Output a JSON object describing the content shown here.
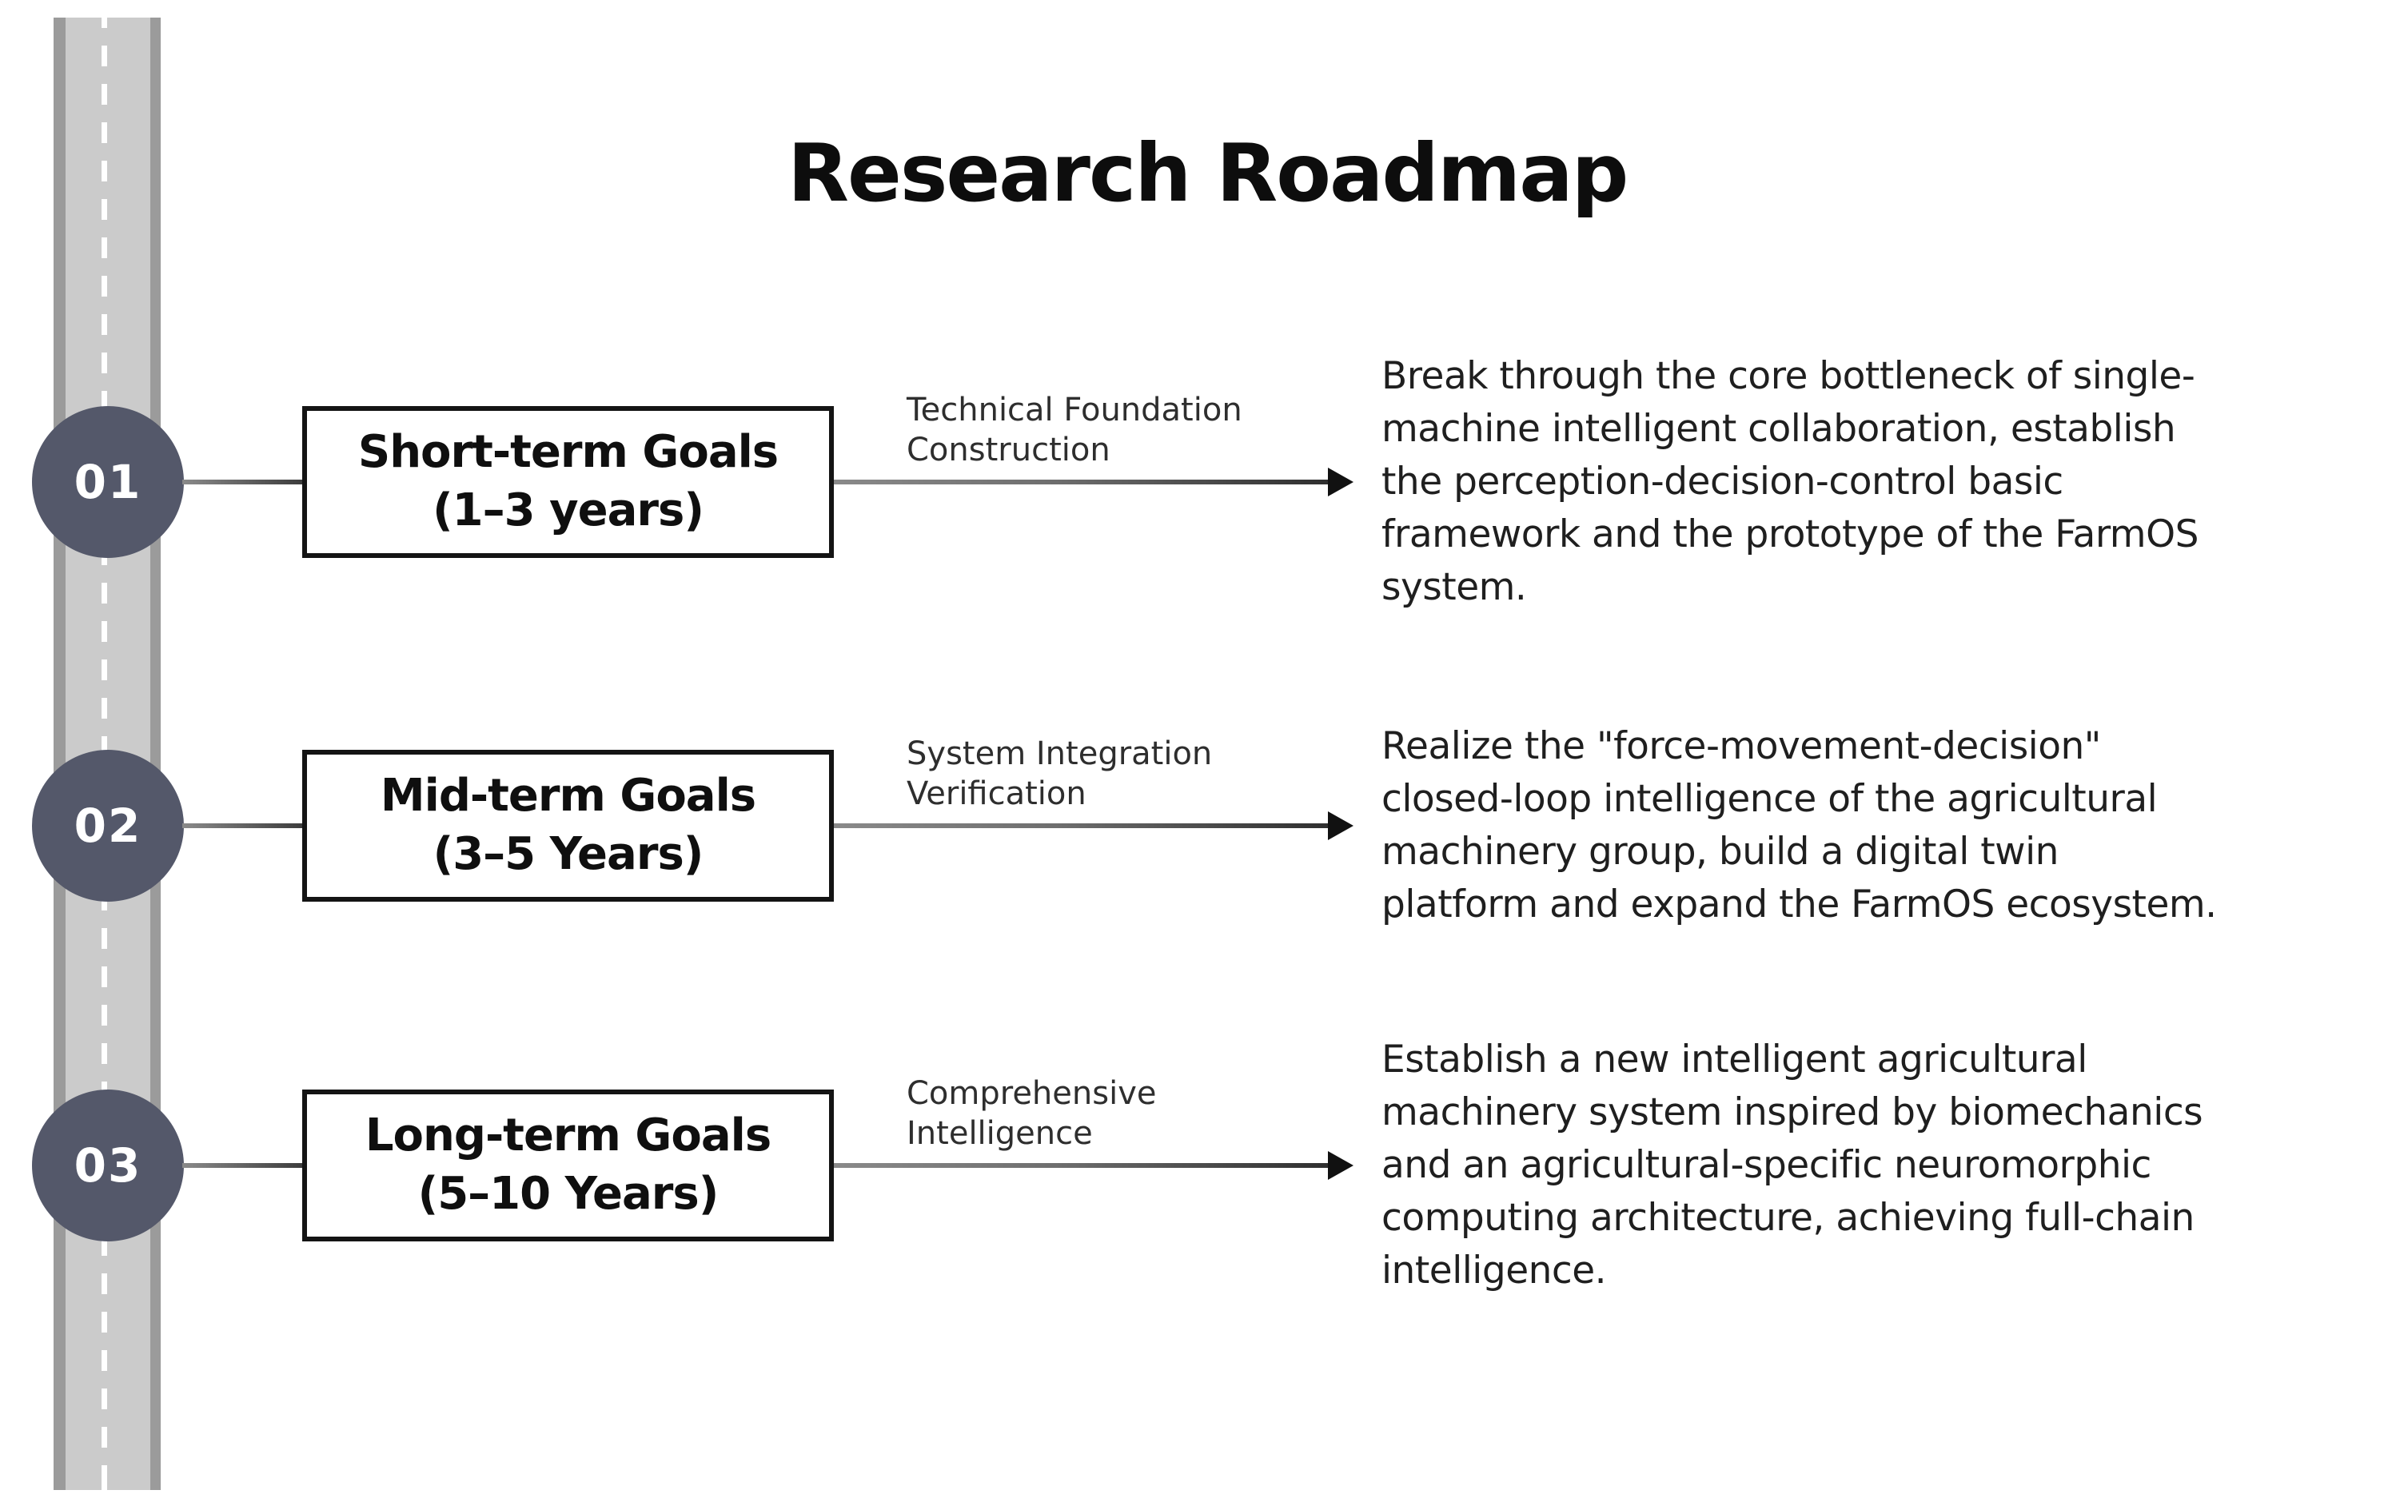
{
  "title": "Research Roadmap",
  "colors": {
    "milestone_circle": "#54586a",
    "road_edge": "#9b9b9b",
    "road_surface": "#cbcbcb",
    "road_centerline": "#ffffff",
    "box_border": "#141414",
    "arrow": "#2f2f2f"
  },
  "rows": [
    {
      "number": "01",
      "goal": "Short-term Goals\n(1–3 years)",
      "label": "Technical Foundation\nConstruction",
      "description": "Break through the core bottleneck of single-\nmachine intelligent collaboration, establish\nthe perception-decision-control basic\nframework and the prototype of the FarmOS\nsystem."
    },
    {
      "number": "02",
      "goal": "Mid-term Goals\n(3–5 Years)",
      "label": "System Integration\nVerification",
      "description": "Realize the \"force-movement-decision\"\nclosed-loop intelligence of the agricultural\nmachinery group, build a digital twin\nplatform and expand the FarmOS ecosystem."
    },
    {
      "number": "03",
      "goal": "Long-term Goals\n(5–10 Years)",
      "label": "Comprehensive\nIntelligence",
      "description": "Establish a new intelligent agricultural\nmachinery system inspired by biomechanics\nand an agricultural-specific neuromorphic\ncomputing architecture, achieving full-chain\nintelligence."
    }
  ]
}
